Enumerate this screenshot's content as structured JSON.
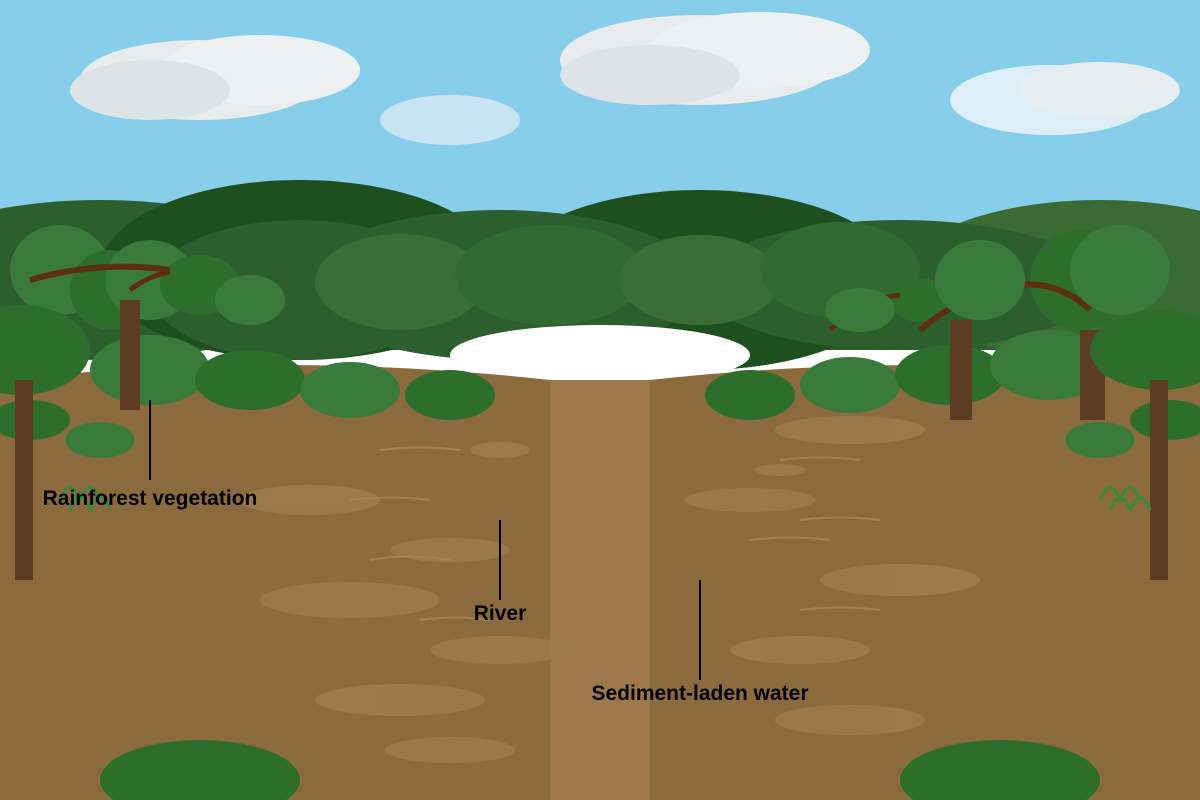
{
  "labels": {
    "vegetation": "Rainforest vegetation",
    "river": "River",
    "sediment": "Sediment-laden water"
  },
  "colors": {
    "sky": "#87ceeb",
    "cloud": "#f2f2f0",
    "forest_dark": "#1e4f1e",
    "forest_mid": "#2d5e2d",
    "foliage": "#3a7a3a",
    "riverbank": "#8b6b3d",
    "river_water": "#9c784a",
    "trunk": "#5c3d22",
    "label_line": "#000000"
  },
  "icons": [
    "cloud-icon",
    "tree-icon",
    "grass-tuft-icon",
    "bush-icon"
  ]
}
